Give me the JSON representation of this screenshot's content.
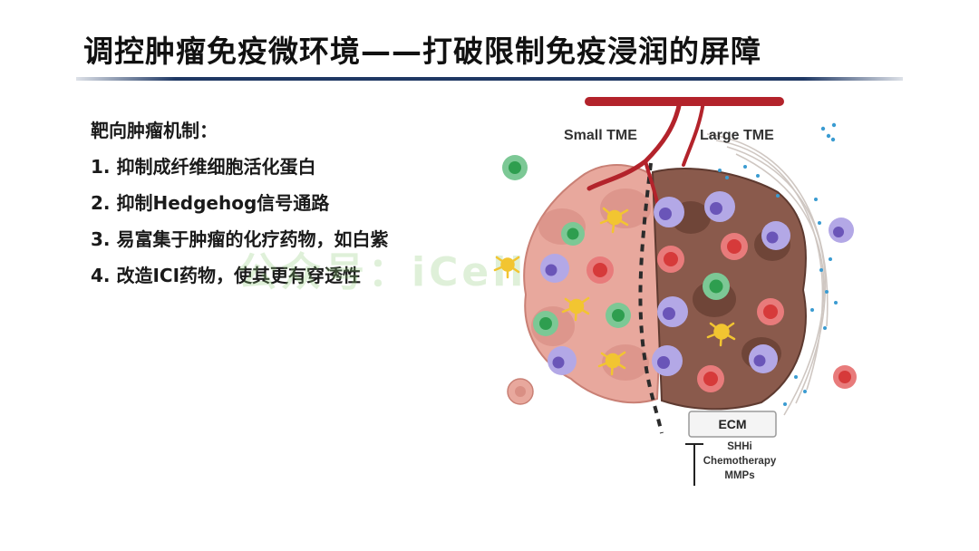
{
  "slide": {
    "title": "调控肿瘤免疫微环境——打破限制免疫浸润的屏障"
  },
  "mechanisms": {
    "heading": "靶向肿瘤机制：",
    "items": [
      "1. 抑制成纤维细胞活化蛋白",
      "2. 抑制Hedgehog信号通路",
      "3. 易富集于肿瘤的化疗药物，如白紫",
      "4. 改造ICI药物，使其更有穿透性"
    ]
  },
  "watermark": "公众号：iCell mg",
  "diagram": {
    "small_label": "Small TME",
    "large_label": "Large TME",
    "ecm_label": "ECM",
    "therapies": [
      "SHHi",
      "Chemotherapy",
      "MMPs"
    ],
    "colors": {
      "vessel": "#b3232b",
      "small_tumor": "#e8a89d",
      "large_tumor": "#8a5a4c",
      "t_cell": "#2e9e4f",
      "cancer_cell": "#d63a3a",
      "macrophage": "#8c7ad1",
      "dendritic_cell": "#f2c531",
      "particles": "#3a9bd1"
    }
  }
}
